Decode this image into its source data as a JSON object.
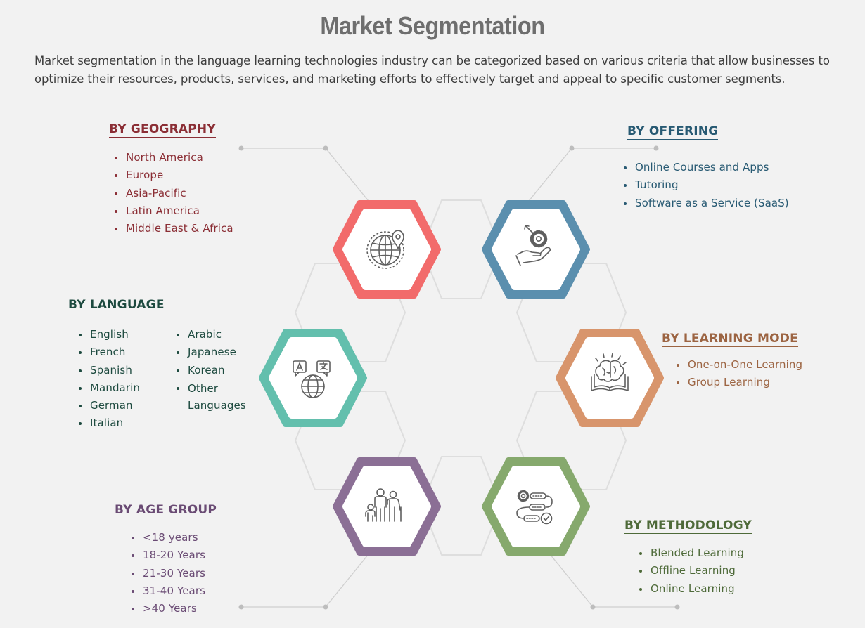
{
  "title": "Market Segmentation",
  "intro": "Market segmentation in the language learning technologies industry can be categorized based on various criteria that allow businesses to optimize their resources, products, services, and marketing efforts to effectively target and appeal to specific customer segments.",
  "colors": {
    "geography": "#f26b6b",
    "offering": "#5b8fae",
    "language": "#63bfad",
    "learning_mode": "#d8956c",
    "age_group": "#8b6f95",
    "methodology": "#86a96d",
    "geography_text": "#8b2e35",
    "offering_text": "#285a73",
    "language_text": "#1d4a3f",
    "learning_mode_text": "#9c6442",
    "age_group_text": "#6a4b74",
    "methodology_text": "#4e6a39"
  },
  "segments": {
    "geography": {
      "heading": "BY GEOGRAPHY",
      "icon": "globe-location-icon",
      "items": [
        "North America",
        "Europe",
        "Asia-Pacific",
        "Latin America",
        "Middle East & Africa"
      ]
    },
    "offering": {
      "heading": "BY OFFERING",
      "icon": "hand-gear-icon",
      "items": [
        "Online Courses and Apps",
        "Tutoring",
        "Software as a Service (SaaS)"
      ]
    },
    "language": {
      "heading": "BY LANGUAGE",
      "icon": "translate-globe-icon",
      "items_col1": [
        "English",
        "French",
        "Spanish",
        "Mandarin",
        "German",
        "Italian"
      ],
      "items_col2": [
        "Arabic",
        "Japanese",
        "Korean",
        "Other Languages"
      ]
    },
    "learning_mode": {
      "heading": "BY LEARNING MODE",
      "icon": "brain-book-icon",
      "items": [
        "One-on-One Learning",
        "Group Learning"
      ]
    },
    "age_group": {
      "heading": "BY AGE GROUP",
      "icon": "family-icon",
      "items": [
        "<18 years",
        "18-20 Years",
        "21-30 Years",
        "31-40 Years",
        ">40 Years"
      ]
    },
    "methodology": {
      "heading": "BY METHODOLOGY",
      "icon": "process-flow-icon",
      "items": [
        "Blended Learning",
        "Offline Learning",
        "Online Learning"
      ]
    }
  }
}
